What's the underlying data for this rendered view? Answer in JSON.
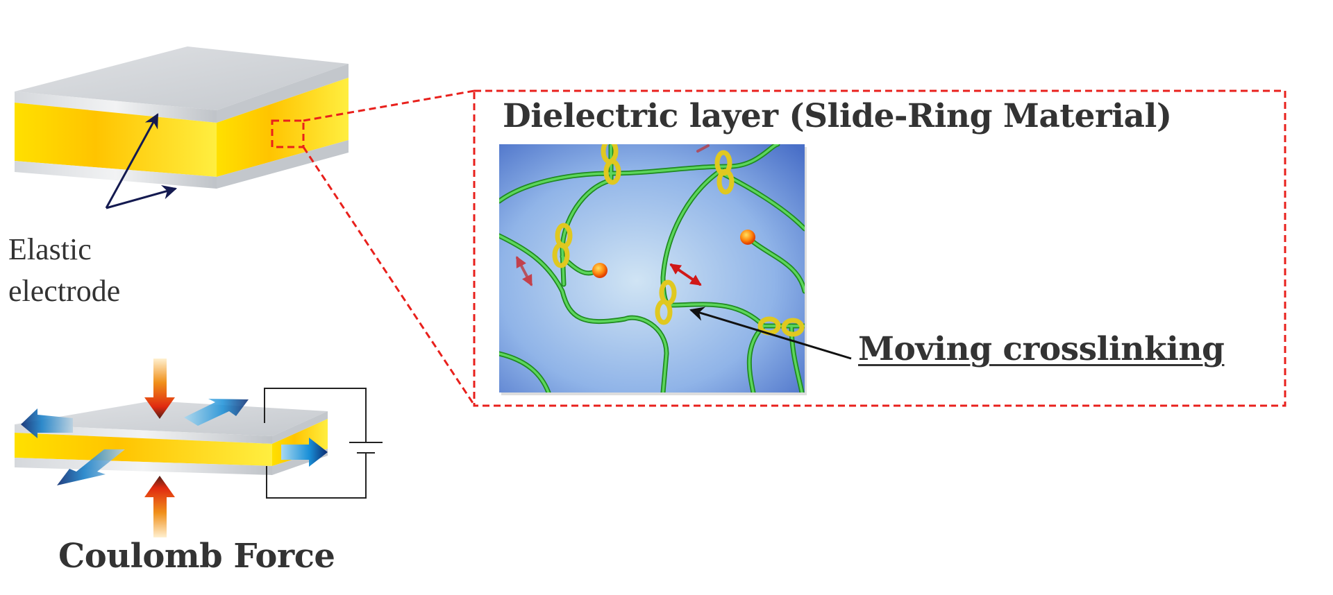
{
  "labels": {
    "dielectric_title": "Dielectric layer (Slide-Ring Material)",
    "moving_crosslinking": "Moving crosslinking",
    "elastic_line1": "Elastic",
    "elastic_line2": "electrode",
    "coulomb_force": "Coulomb Force"
  },
  "colors": {
    "highlight_dash": "#e8201c",
    "electrode_gray": "#c9cdd2",
    "dielectric_yellow": "#ffd000",
    "polymer_green": "#3cb43c",
    "ring_yellow": "#e8d830",
    "force_arrow": "#e0401a",
    "expansion_arrow": "#1a6cc0"
  }
}
